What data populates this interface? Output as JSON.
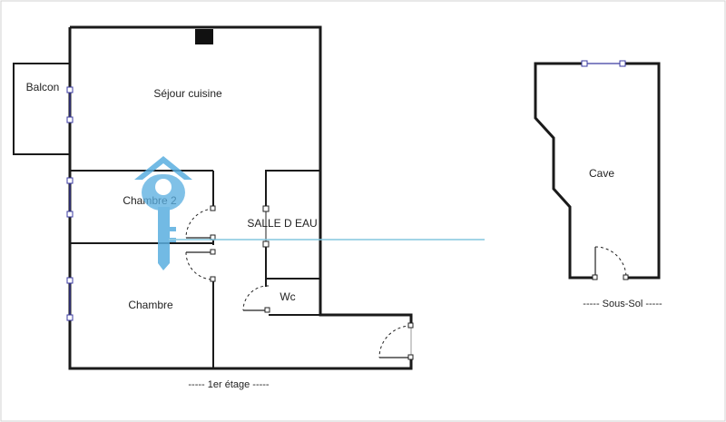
{
  "rooms": {
    "balcon": "Balcon",
    "sejour": "Séjour cuisine",
    "chambre2": "Chambre 2",
    "salle_eau": "SALLE D EAU",
    "chambre": "Chambre",
    "wc": "Wc",
    "cave": "Cave"
  },
  "levels": {
    "floor1": "----- 1er étage -----",
    "basement": "-----  Sous-Sol  -----"
  },
  "colors": {
    "wall": "#1a1a1a",
    "window": "#3a3aa0",
    "watermark": "#5aaee0"
  }
}
